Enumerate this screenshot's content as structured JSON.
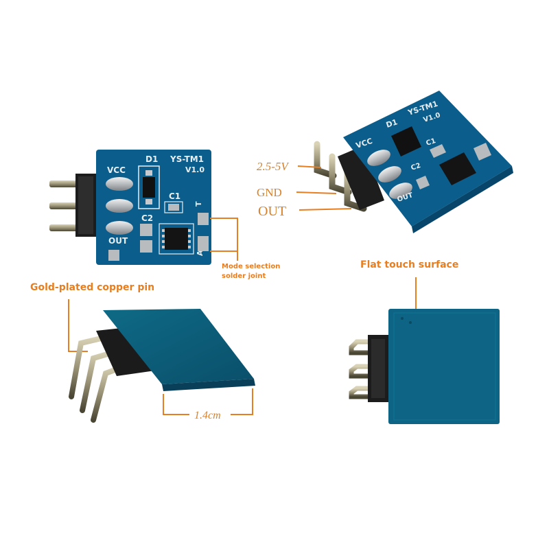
{
  "board": {
    "silk_vcc": "VCC",
    "silk_d1": "D1",
    "silk_model": "YS-TM1",
    "silk_version": "V1.0",
    "silk_c1": "C1",
    "silk_c2": "C2",
    "silk_out": "OUT",
    "silk_t": "T",
    "silk_a": "A"
  },
  "pin_labels": {
    "supply": "2.5-5V",
    "gnd": "GND",
    "out": "OUT"
  },
  "callouts": {
    "mode_line1": "Mode selection",
    "mode_line2": "solder joint",
    "pins": "Gold-plated copper pin",
    "surface": "Flat touch surface",
    "width": "1.4cm"
  },
  "colors": {
    "pcb": "#0b5e8c",
    "callout": "#e67e22"
  }
}
